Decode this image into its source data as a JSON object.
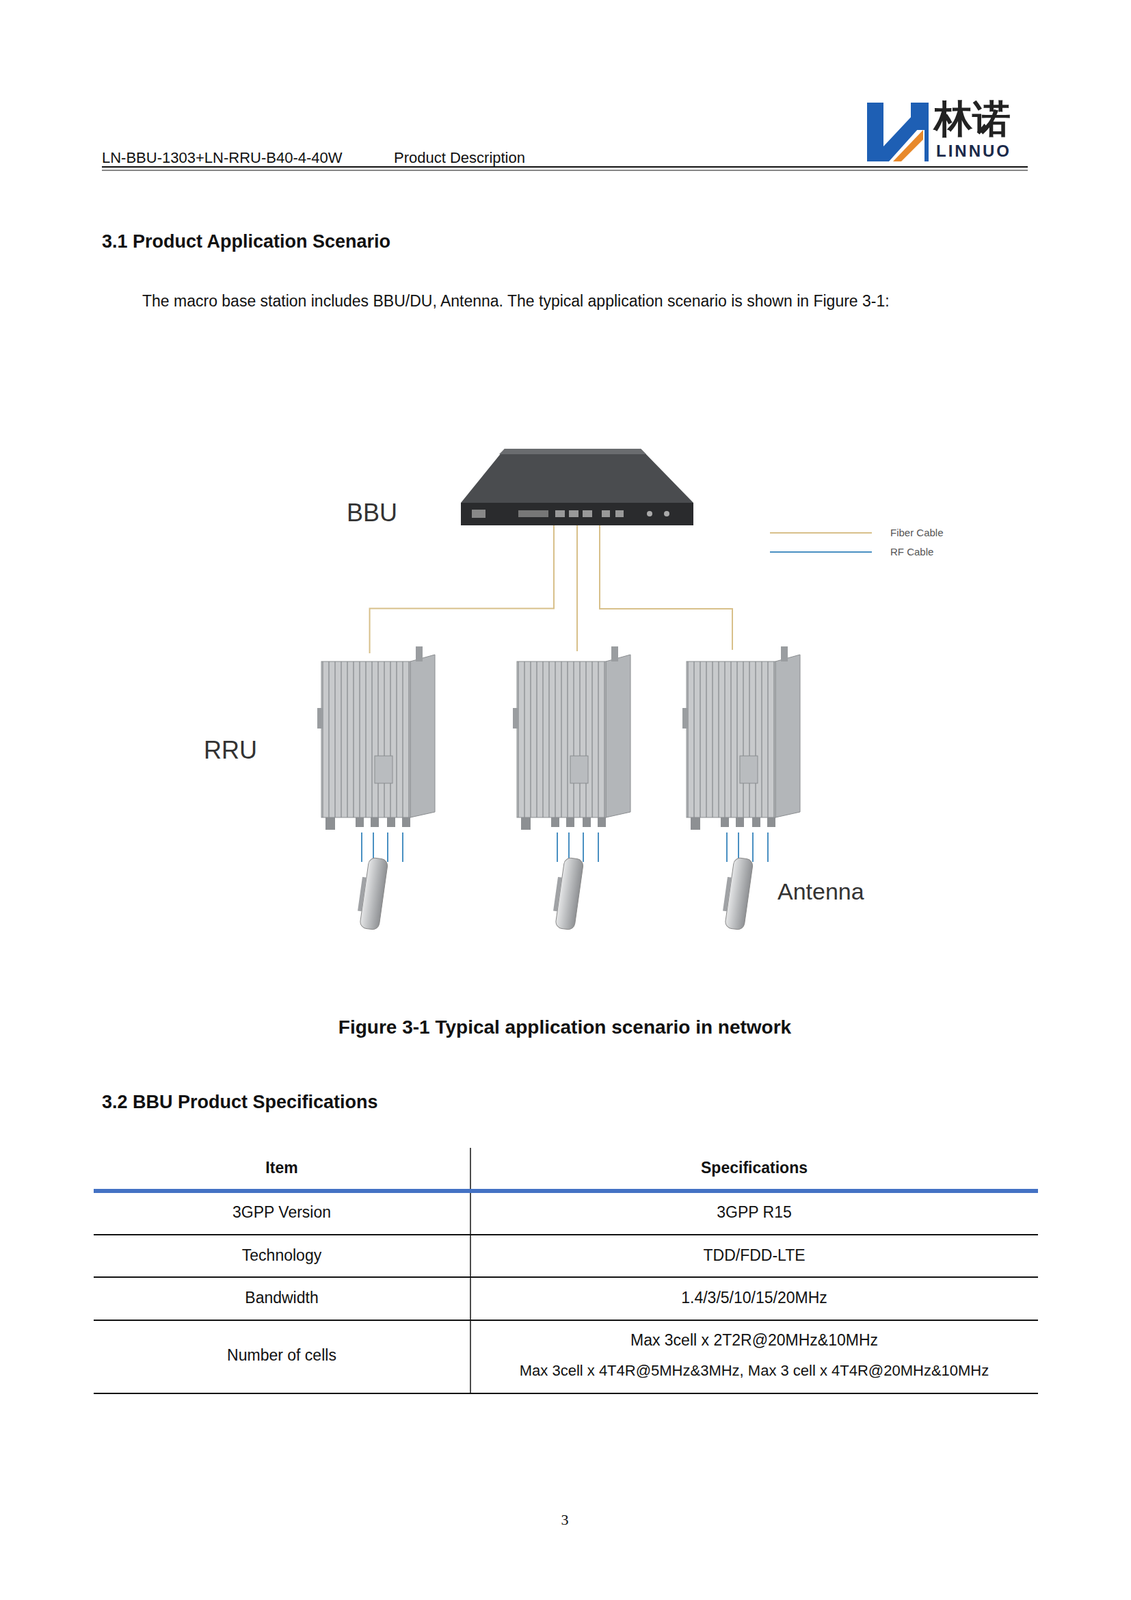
{
  "diagram": {
    "caption": "Figure 3-1 Typical application scenario in network",
    "nodes": [
      {
        "text": [
          "BBU"
        ]
      },
      {
        "text": [
          "RRU"
        ]
      },
      {
        "text": [
          "Antenna"
        ]
      }
    ],
    "edges": [
      {
        "from": 0,
        "to": 1,
        "arrow": "none"
      }
    ],
    "labels": [
      "LN-BBU-1303+LN-RRU-B40-4-40W",
      "Product Description",
      "林诺",
      "LINNUO",
      "3.1 Product Application Scenario",
      "The macro base station includes BBU/DU, Antenna. The typical application scenario is shown in Figure 3-1:",
      "3.2 BBU Product Specifications",
      "Item",
      "Specifications",
      "3GPP Version",
      "3GPP R15",
      "Technology",
      "TDD/FDD-LTE",
      "Bandwidth",
      "1.4/3/5/10/15/20MHz",
      "Number of cells",
      "Max 3cell x 2T2R@20MHz&10MHz",
      "Max 3cell x 4T4R@5MHz&3MHz, Max 3 cell x 4T4R@20MHz&10MHz",
      "3"
    ],
    "legend": [
      {
        "text": "Fiber Cable"
      },
      {
        "text": "RF Cable"
      }
    ]
  }
}
